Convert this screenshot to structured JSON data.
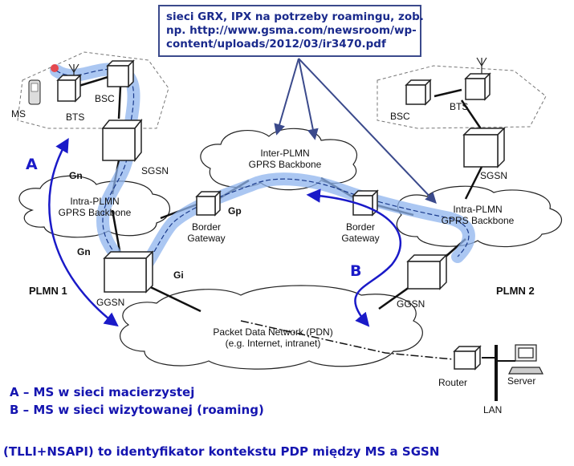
{
  "callout": {
    "line1": "sieci GRX, IPX na potrzeby roamingu, zob.",
    "line2": "np. http://www.gsma.com/newsroom/wp-",
    "line3": "content/uploads/2012/03/ir3470.pdf"
  },
  "left_network": {
    "ms": "MS",
    "bts": "BTS",
    "bsc": "BSC",
    "sgsn": "SGSN",
    "gn_upper": "Gn",
    "gn_lower": "Gn",
    "backbone_line1": "Intra-PLMN",
    "backbone_line2": "GPRS Backbone",
    "border_line1": "Border",
    "border_line2": "Gateway",
    "ggsn": "GGSN",
    "gi": "Gi",
    "plmn": "PLMN 1"
  },
  "center": {
    "gp": "Gp",
    "inter_line1": "Inter-PLMN",
    "inter_line2": "GPRS Backbone",
    "pdn_line1": "Packet Data Network (PDN)",
    "pdn_line2": "(e.g. Internet, intranet)"
  },
  "right_network": {
    "bsc": "BSC",
    "bts": "BTS",
    "sgsn": "SGSN",
    "backbone_line1": "Intra-PLMN",
    "backbone_line2": "GPRS Backbone",
    "border_line1": "Border",
    "border_line2": "Gateway",
    "ggsn": "GGSN",
    "plmn": "PLMN 2",
    "router": "Router",
    "server": "Server",
    "lan": "LAN"
  },
  "markers": {
    "a": "A",
    "b": "B"
  },
  "legend": {
    "a": "A – MS w sieci macierzystej",
    "b": "B – MS w sieci wizytowanej (roaming)"
  },
  "footer": "(TLLI+NSAPI) to identyfikator kontekstu PDP między MS a SGSN",
  "colors": {
    "accent": "#1a1ac8",
    "highlight": "#8fb4ee",
    "callout_border": "#3b4a8c"
  }
}
